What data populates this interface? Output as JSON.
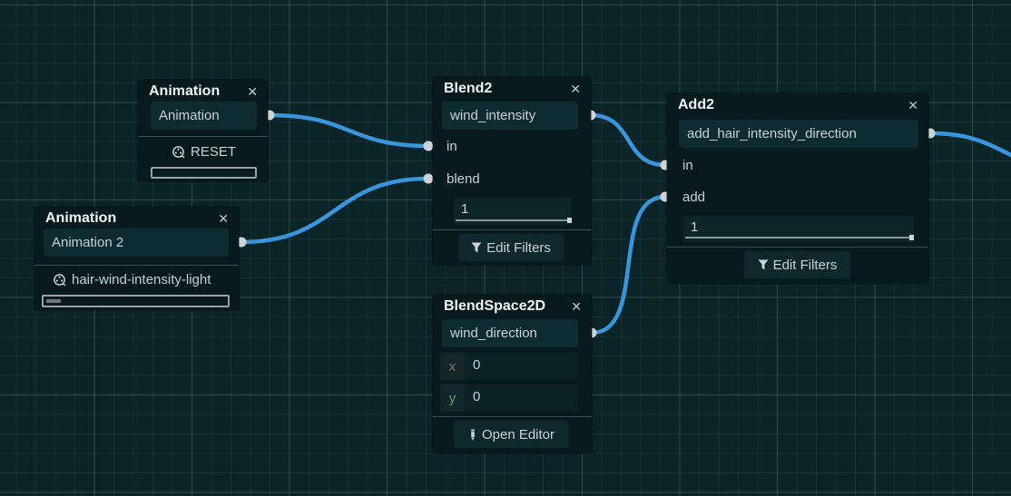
{
  "colors": {
    "canvas_bg": "#0b2428",
    "node_bg": "#081a1d",
    "field_bg": "#0d2b30",
    "wire": "#3a96dc",
    "port": "#cdd3d7",
    "x_axis_label": "#9c6b5e",
    "y_axis_label": "#63a06c"
  },
  "icons": [
    "film-icon",
    "filter-icon",
    "pencil-icon",
    "close-icon"
  ],
  "nodes": {
    "animation1": {
      "title": "Animation",
      "close": "✕",
      "name": "Animation",
      "resource": "RESET",
      "progress_percent": 0
    },
    "animation2": {
      "title": "Animation",
      "close": "✕",
      "name": "Animation 2",
      "resource": "hair-wind-intensity-light",
      "progress_percent": 8
    },
    "blend2": {
      "title": "Blend2",
      "close": "✕",
      "name": "wind_intensity",
      "in_label": "in",
      "blend_label": "blend",
      "amount": "1",
      "edit_filters": "Edit Filters"
    },
    "add2": {
      "title": "Add2",
      "close": "✕",
      "name": "add_hair_intensity_direction",
      "in_label": "in",
      "add_label": "add",
      "amount": "1",
      "edit_filters": "Edit Filters"
    },
    "blendspace2d": {
      "title": "BlendSpace2D",
      "close": "✕",
      "name": "wind_direction",
      "x_label": "x",
      "x_value": "0",
      "y_label": "y",
      "y_value": "0",
      "open_editor": "Open Editor"
    }
  }
}
